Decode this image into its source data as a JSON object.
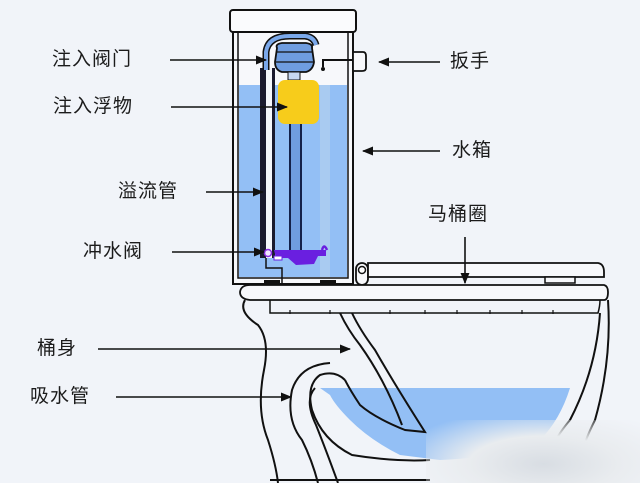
{
  "title": "Toilet structure diagram",
  "labels": {
    "fill_valve": "注入阀门",
    "fill_float": "注入浮物",
    "overflow_tube": "溢流管",
    "flush_valve": "冲水阀",
    "bowl_body": "桶身",
    "trapway": "吸水管",
    "handle": "扳手",
    "tank": "水箱",
    "seat": "马桶圈"
  },
  "colors": {
    "water": "#93bff5",
    "float": "#f7cc1b",
    "valve_head": "#6f9de0",
    "flapper": "#6a1fe0",
    "outline": "#111111",
    "background": "#f1f4f9"
  }
}
